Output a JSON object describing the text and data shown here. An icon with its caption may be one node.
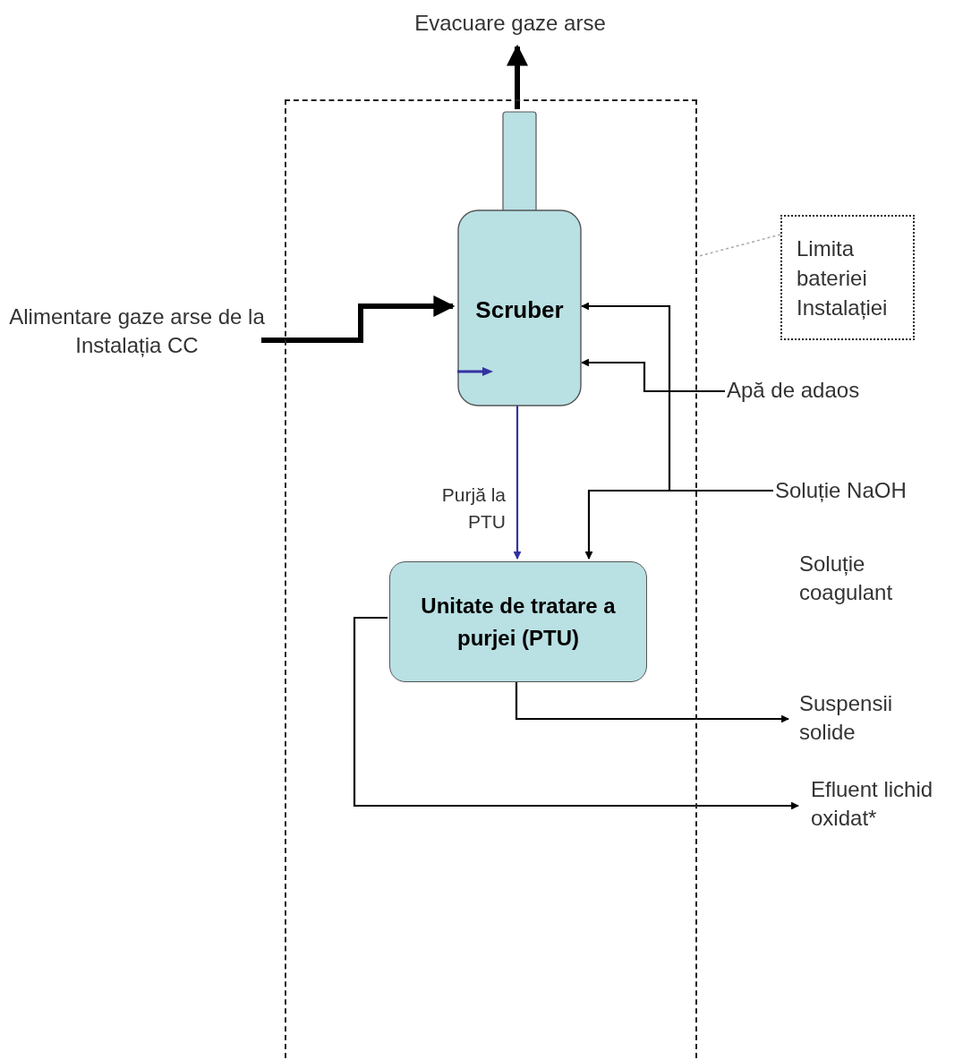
{
  "diagram": {
    "nodes": [
      {
        "text": [],
        "shape": "box"
      },
      {
        "text": [
          "Evacuare gaze arse"
        ]
      },
      {
        "text": [
          "Scruber"
        ],
        "in": 0
      },
      {
        "text": [
          "Alimentare gaze arse de la Instalația CC"
        ]
      },
      {
        "text": [
          "Limita bateriei Instalației"
        ]
      },
      {
        "text": [
          "Apă de adaos"
        ]
      },
      {
        "text": [
          "Soluție NaOH"
        ]
      },
      {
        "text": [
          "Unitate de tratare a purjei (PTU)"
        ],
        "in": 0
      },
      {
        "text": [
          "Suspensii solide"
        ]
      },
      {
        "text": [
          "Efluent lichid oxidat*"
        ]
      }
    ],
    "edges": [
      {
        "from": 2,
        "to": 1,
        "arrow": "to",
        "style": "thick"
      },
      {
        "from": 3,
        "to": 2,
        "arrow": "to",
        "style": "thick"
      },
      {
        "from": 6,
        "to": 2,
        "arrow": "to"
      },
      {
        "from": 6,
        "to": 7,
        "arrow": "to"
      },
      {
        "from": 5,
        "to": 2,
        "arrow": "to"
      },
      {
        "from": 2,
        "to": 7,
        "arrow": "to",
        "label": "Purjă la PTU",
        "color": "#3333a0"
      },
      {
        "from": 7,
        "to": 8,
        "arrow": "to"
      },
      {
        "from": 7,
        "to": 9,
        "arrow": "to"
      },
      {
        "from": 4,
        "to": 0,
        "arrow": "none",
        "style": "dashed",
        "color": "#aaaaaa"
      }
    ],
    "labels": [
      "Soluție coagulant"
    ]
  }
}
